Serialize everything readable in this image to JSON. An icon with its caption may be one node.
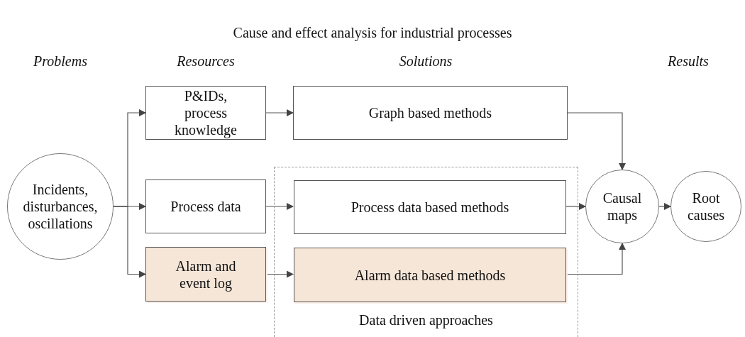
{
  "diagram": {
    "title": "Cause and effect analysis for industrial processes",
    "nodes": [
      {
        "text": [
          "Incidents, disturbances, oscillations"
        ]
      },
      {
        "text": [
          "P&IDs, process knowledge"
        ]
      },
      {
        "text": [
          "Process data"
        ]
      },
      {
        "text": [
          "Alarm and event log"
        ]
      },
      {
        "text": [
          "Graph based methods"
        ]
      },
      {
        "text": [
          "Data driven approaches"
        ]
      },
      {
        "text": [
          "Process data based methods"
        ],
        "in": 5
      },
      {
        "text": [
          "Alarm data based methods"
        ],
        "in": 5
      },
      {
        "text": [
          "Causal maps"
        ]
      },
      {
        "text": [
          "Root causes"
        ]
      }
    ],
    "edges": [
      {
        "from": 0,
        "to": 1,
        "arrow": "to"
      },
      {
        "from": 0,
        "to": 2,
        "arrow": "to"
      },
      {
        "from": 0,
        "to": 3,
        "arrow": "to"
      },
      {
        "from": 1,
        "to": 4,
        "arrow": "to"
      },
      {
        "from": 2,
        "to": 6,
        "arrow": "to"
      },
      {
        "from": 3,
        "to": 7,
        "arrow": "to"
      },
      {
        "from": 4,
        "to": 8,
        "arrow": "to"
      },
      {
        "from": 6,
        "to": 8,
        "arrow": "to"
      },
      {
        "from": 7,
        "to": 8,
        "arrow": "to"
      },
      {
        "from": 8,
        "to": 9,
        "arrow": "to"
      }
    ],
    "labels": [
      "Problems",
      "Resources",
      "Solutions",
      "Results"
    ]
  }
}
